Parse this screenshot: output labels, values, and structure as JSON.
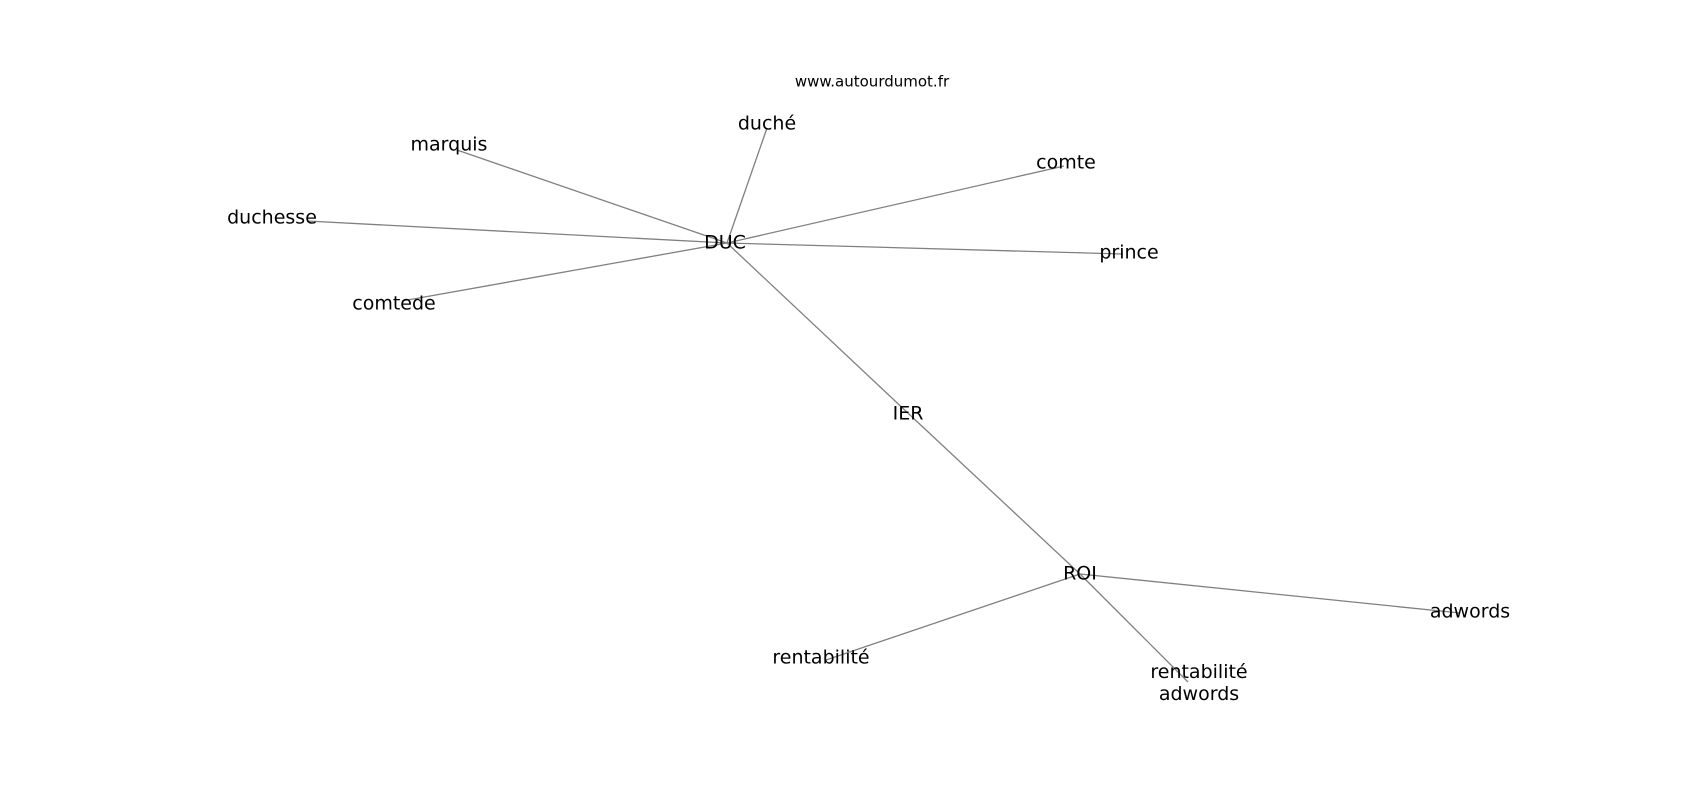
{
  "watermark": "www.autourdumot.fr",
  "nodes": [
    {
      "id": "duc",
      "label": "DUC"
    },
    {
      "id": "duche",
      "label": "duché"
    },
    {
      "id": "marquis",
      "label": "marquis"
    },
    {
      "id": "comte",
      "label": "comte"
    },
    {
      "id": "duchesse",
      "label": "duchesse"
    },
    {
      "id": "prince",
      "label": "prince"
    },
    {
      "id": "comtede",
      "label": "comtede"
    },
    {
      "id": "ier",
      "label": "IER"
    },
    {
      "id": "roi",
      "label": "ROI"
    },
    {
      "id": "adwords",
      "label": "adwords"
    },
    {
      "id": "rentabilite",
      "label": "rentabilité"
    },
    {
      "id": "rentabilite-adwords",
      "label": "rentabilité\nadwords"
    }
  ],
  "edges": [
    [
      "duc",
      "duche"
    ],
    [
      "duc",
      "marquis"
    ],
    [
      "duc",
      "comte"
    ],
    [
      "duc",
      "duchesse"
    ],
    [
      "duc",
      "prince"
    ],
    [
      "duc",
      "comtede"
    ],
    [
      "duc",
      "ier"
    ],
    [
      "ier",
      "roi"
    ],
    [
      "roi",
      "adwords"
    ],
    [
      "roi",
      "rentabilite"
    ],
    [
      "roi",
      "rentabilite-adwords"
    ]
  ]
}
